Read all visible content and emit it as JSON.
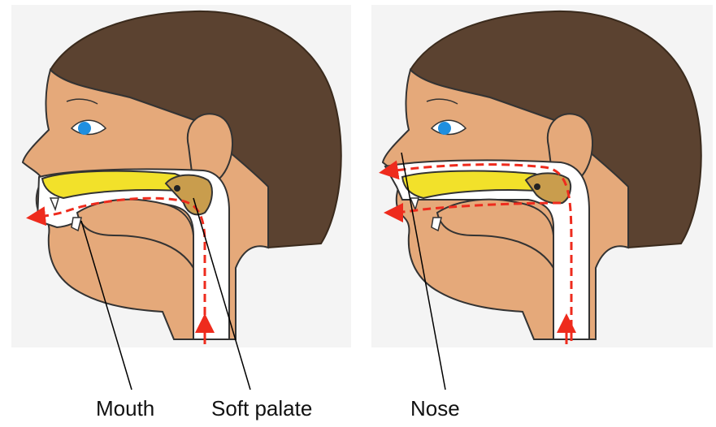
{
  "labels": {
    "mouth": "Mouth",
    "soft_palate": "Soft palate",
    "nose": "Nose"
  },
  "colors": {
    "skin": "#e5a97a",
    "hair": "#5b4230",
    "palate": "#f2e12a",
    "airway": "#ffffff",
    "arrow": "#ee2b1d",
    "eye": "#1f8fe0",
    "soft_palate": "#c99d4d",
    "leader_line": "#000000",
    "panel_bg": "#f4f4f4"
  }
}
